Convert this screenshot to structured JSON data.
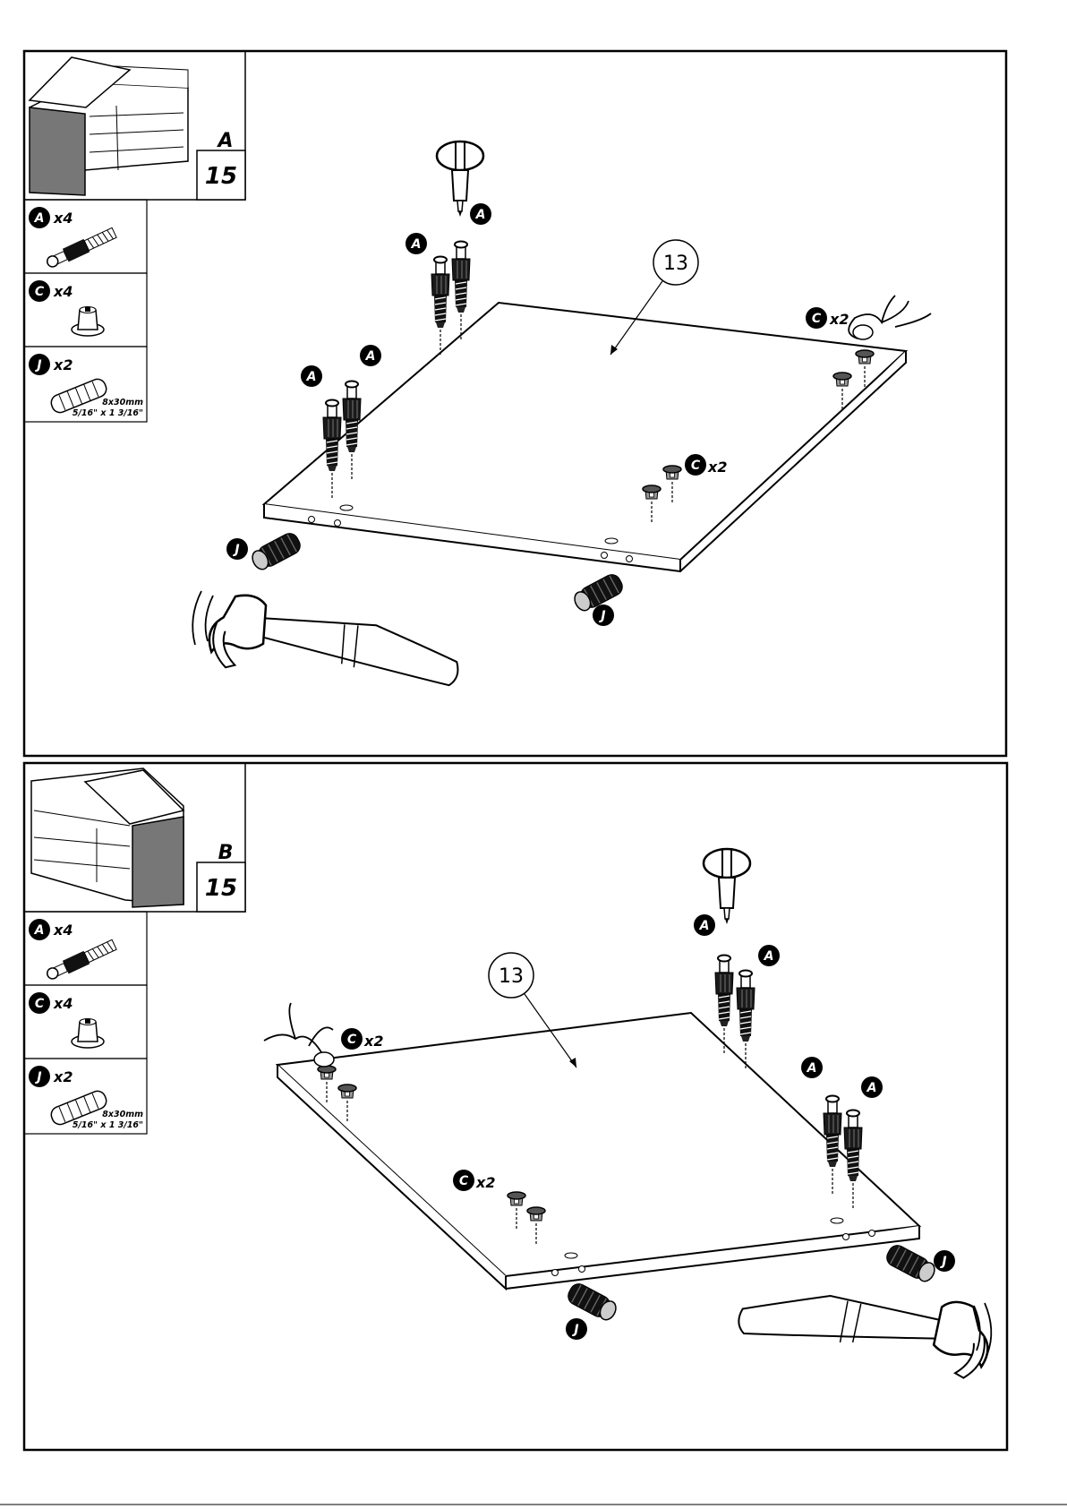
{
  "panels": [
    {
      "step_letter": "A",
      "step_number": "15",
      "part_number": "13",
      "parts": [
        {
          "letter": "A",
          "qty": "x4",
          "icon": "cam-bolt-icon"
        },
        {
          "letter": "C",
          "qty": "x4",
          "icon": "cam-lock-icon"
        },
        {
          "letter": "J",
          "qty": "x2",
          "icon": "wood-dowel-icon",
          "size_metric": "8x30mm",
          "size_imperial": "5/16\" x 1  3/16\""
        }
      ],
      "callouts": {
        "a": "A",
        "c": "C",
        "c_qty": "x2",
        "j": "J"
      }
    },
    {
      "step_letter": "B",
      "step_number": "15",
      "part_number": "13",
      "parts": [
        {
          "letter": "A",
          "qty": "x4",
          "icon": "cam-bolt-icon"
        },
        {
          "letter": "C",
          "qty": "x4",
          "icon": "cam-lock-icon"
        },
        {
          "letter": "J",
          "qty": "x2",
          "icon": "wood-dowel-icon",
          "size_metric": "8x30mm",
          "size_imperial": "5/16\" x 1  3/16\""
        }
      ],
      "callouts": {
        "a": "A",
        "c": "C",
        "c_qty": "x2",
        "j": "J"
      }
    }
  ]
}
